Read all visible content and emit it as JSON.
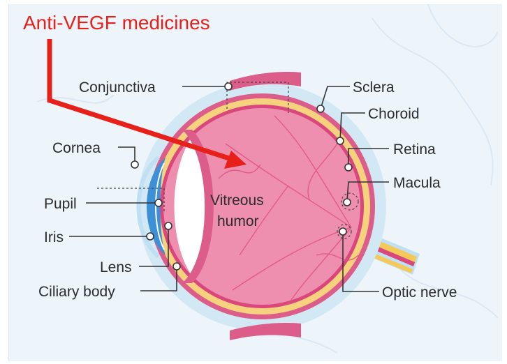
{
  "annotation": {
    "text": "Anti-VEGF medicines",
    "color": "#e8201a"
  },
  "labels": {
    "conjunctiva": "Conjunctiva",
    "sclera": "Sclera",
    "choroid": "Choroid",
    "retina": "Retina",
    "macula": "Macula",
    "optic_nerve": "Optic nerve",
    "cornea": "Cornea",
    "pupil": "Pupil",
    "iris": "Iris",
    "lens": "Lens",
    "ciliary_body": "Ciliary body",
    "vitreous_line1": "Vitreous",
    "vitreous_line2": "humor"
  },
  "colors": {
    "vitreous": "#ee8fb0",
    "sclera_ring": "#d2e8f5",
    "choroid_band": "#f7d27e",
    "retina_band": "#d9477c",
    "iris_blue": "#3d8fd6",
    "nerve_yellow": "#f4c95a",
    "label_text": "#2b2b2b"
  }
}
